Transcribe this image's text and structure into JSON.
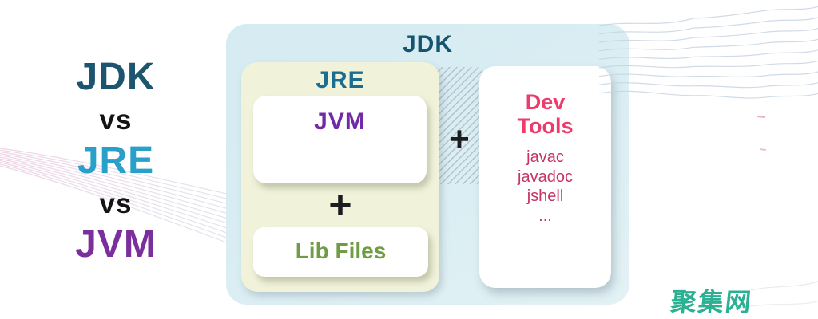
{
  "page_title": "JDK vs JRE vs JVM",
  "left_title": {
    "lines": [
      {
        "text": "JDK",
        "color": "#1d5570"
      },
      {
        "text": "vs",
        "color": "#141414"
      },
      {
        "text": "JRE",
        "color": "#29a0c9"
      },
      {
        "text": "vs",
        "color": "#141414"
      },
      {
        "text": "JVM",
        "color": "#7a2f9c"
      }
    ]
  },
  "jdk": {
    "label": "JDK",
    "plus": "+",
    "jre": {
      "label": "JRE",
      "jvm_label": "JVM",
      "plus": "+",
      "lib_files_label": "Lib Files"
    },
    "dev_tools": {
      "title_lines": [
        "Dev",
        "Tools"
      ],
      "items": [
        "javac",
        "javadoc",
        "jshell",
        "..."
      ]
    }
  },
  "watermark": "聚集网",
  "colors": {
    "jdk_container_bg": "#daeef3",
    "jre_container_bg": "#f1f2da",
    "jdk_label": "#14546f",
    "jre_label": "#1a6e92",
    "jvm_text": "#7229a7",
    "lib_files_text": "#6f9c44",
    "dev_tools_title": "#ee3b6c",
    "dev_tools_items": "#c53463",
    "title_jdk": "#1d5570",
    "title_jre": "#29a0c9",
    "title_jvm": "#7a2f9c",
    "watermark": "#2bb093",
    "wave_left": "#e9d2e3",
    "wave_right": "#c6d2e0"
  }
}
